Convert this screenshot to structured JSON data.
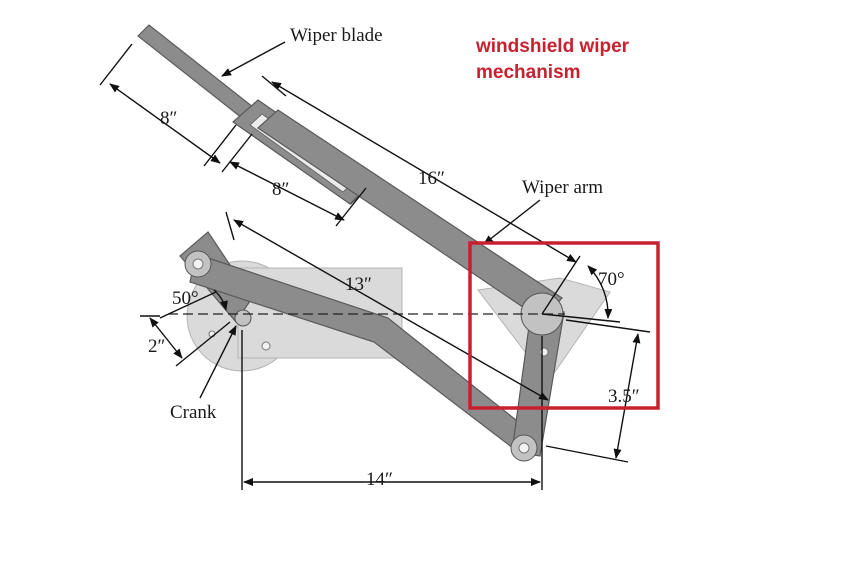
{
  "title": {
    "line1": "windshield wiper",
    "line2": "mechanism",
    "color": "#c8202f"
  },
  "labels": {
    "wiper_blade": "Wiper blade",
    "wiper_arm": "Wiper arm",
    "crank": "Crank"
  },
  "dimensions": {
    "blade_length": "8″",
    "blade_mount": "8″",
    "arm_length": "16″",
    "coupler_length": "13″",
    "ground_length": "14″",
    "crank_length": "2″",
    "rocker_length": "3.5″",
    "crank_angle": "50°",
    "arm_angle": "70°"
  },
  "highlight_color": "#c8202f"
}
